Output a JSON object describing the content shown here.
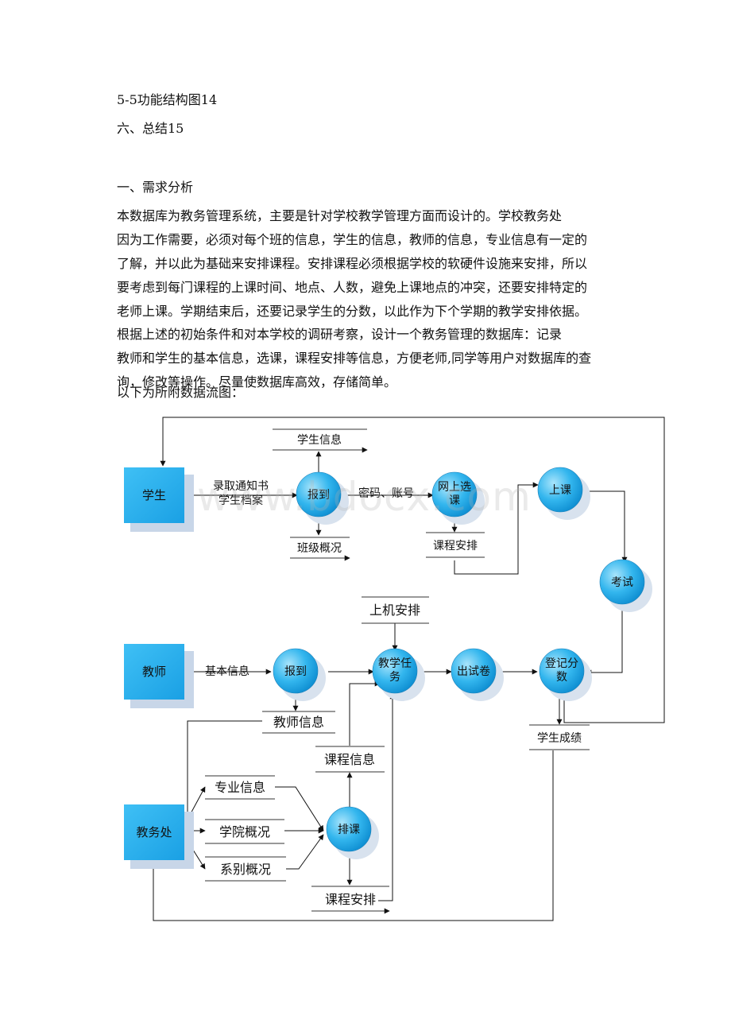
{
  "toc": [
    {
      "label": "5-5功能结构图14"
    },
    {
      "label": "六、总结15"
    }
  ],
  "section_heading": "一、需求分析",
  "paragraphs": [
    [
      "本数据库为教务管理系统，主要是针对学校教学管理方面而设计的。学校教务处",
      "因为工作需要，必须对每个班的信息，学生的信息，教师的信息，专业信息有一定的",
      "了解，并以此为基础来安排课程。安排课程必须根据学校的软硬件设施来安排，所以",
      "要考虑到每门课程的上课时间、地点、人数，避免上课地点的冲突，还要安排特定的",
      "老师上课。学期结束后，还要记录学生的分数，以此作为下个学期的教学安排依据。"
    ],
    [
      "根据上述的初始条件和对本学校的调研考察，设计一个教务管理的数据库：记录",
      "教师和学生的基本信息，选课，课程安排等信息，方便老师,同学等用户对数据库的查",
      "询，修改等操作。尽量使数据库高效，存储简单。"
    ]
  ],
  "intro_line": "以下为所附数据流图：",
  "watermark": "www.bdocx.com",
  "diagram": {
    "entities": {
      "student": "学生",
      "teacher": "教师",
      "office": "教务处"
    },
    "processes": {
      "register_student": "报到",
      "online_select": [
        "网上选",
        "课"
      ],
      "attend_class": "上课",
      "exam": "考试",
      "register_teacher": "报到",
      "teaching_task": [
        "教学任",
        "务"
      ],
      "make_paper": "出试卷",
      "record_score": [
        "登记分",
        "数"
      ],
      "schedule": "排课"
    },
    "stores": {
      "student_info": "学生信息",
      "class_overview": "班级概况",
      "course_schedule_top": "课程安排",
      "lab_schedule": "上机安排",
      "teacher_info": "教师信息",
      "student_grades": "学生成绩",
      "course_info": "课程信息",
      "major_info": "专业信息",
      "college_overview": "学院概况",
      "dept_overview": "系别概况",
      "course_schedule_bottom": "课程安排"
    },
    "flows": {
      "admission": [
        "录取通知书",
        "学生档案"
      ],
      "password": "密码、账号",
      "basic_info": "基本信息"
    }
  }
}
